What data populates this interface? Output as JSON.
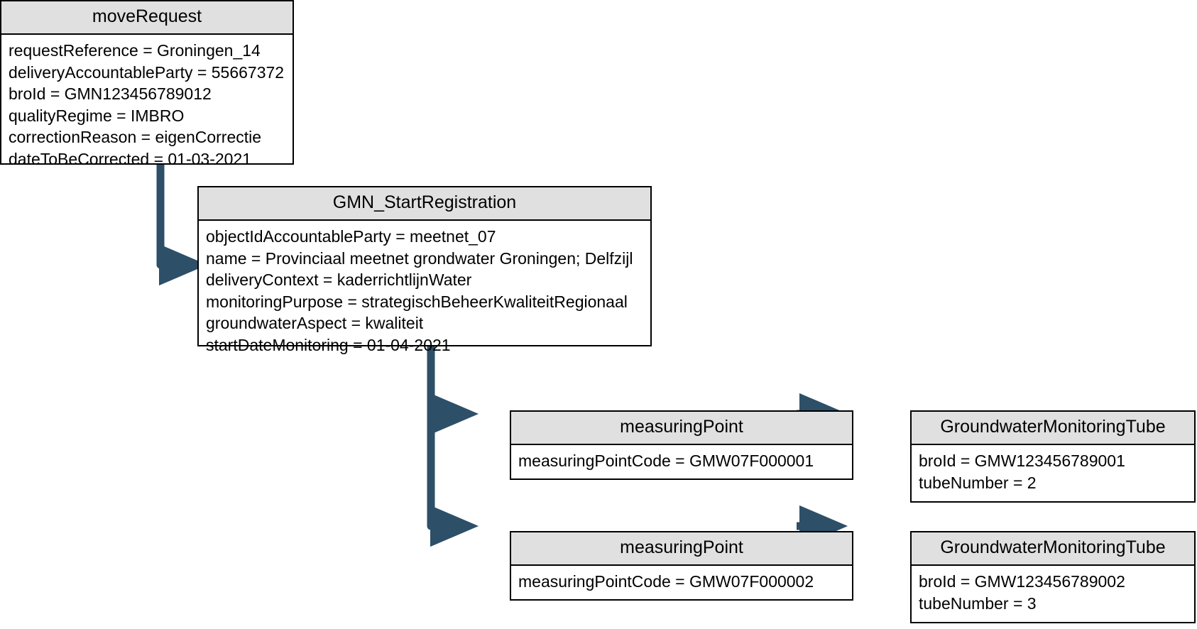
{
  "diagram": {
    "type": "uml-object-diagram",
    "background_color": "#ffffff",
    "box_header_color": "#e0e0e0",
    "box_border_color": "#000000",
    "connector_color": "#2d4f68",
    "nodes": [
      {
        "id": "moveRequest",
        "title": "moveRequest",
        "attributes": [
          "requestReference = Groningen_14",
          "deliveryAccountableParty = 55667372",
          "broId = GMN123456789012",
          "qualityRegime = IMBRO",
          "correctionReason = eigenCorrectie",
          "dateToBeCorrected = 01-03-2021"
        ]
      },
      {
        "id": "gmnStartRegistration",
        "title": "GMN_StartRegistration",
        "attributes": [
          "objectIdAccountableParty = meetnet_07",
          "name = Provinciaal meetnet grondwater Groningen; Delfzijl",
          "deliveryContext = kaderrichtlijnWater",
          "monitoringPurpose = strategischBeheerKwaliteitRegionaal",
          "groundwaterAspect = kwaliteit",
          "startDateMonitoring = 01-04-2021"
        ]
      },
      {
        "id": "measuringPoint1",
        "title": "measuringPoint",
        "attributes": [
          "measuringPointCode = GMW07F000001"
        ]
      },
      {
        "id": "measuringPoint2",
        "title": "measuringPoint",
        "attributes": [
          "measuringPointCode = GMW07F000002"
        ]
      },
      {
        "id": "tube1",
        "title": "GroundwaterMonitoringTube",
        "attributes": [
          "broId = GMW123456789001",
          "tubeNumber = 2"
        ]
      },
      {
        "id": "tube2",
        "title": "GroundwaterMonitoringTube",
        "attributes": [
          "broId = GMW123456789002",
          "tubeNumber = 3"
        ]
      }
    ],
    "connectors": [
      {
        "id": "conn-moveRequest-to-gmn",
        "from": "moveRequest",
        "to": "gmnStartRegistration",
        "style": "elbow-arrow"
      },
      {
        "id": "conn-gmn-to-mp1",
        "from": "gmnStartRegistration",
        "to": "measuringPoint1",
        "style": "elbow-arrow"
      },
      {
        "id": "conn-gmn-to-mp2",
        "from": "gmnStartRegistration",
        "to": "measuringPoint2",
        "style": "elbow-arrow"
      },
      {
        "id": "conn-mp1-to-tube1",
        "from": "measuringPoint1",
        "to": "tube1",
        "style": "straight-arrow"
      },
      {
        "id": "conn-mp2-to-tube2",
        "from": "measuringPoint2",
        "to": "tube2",
        "style": "straight-arrow"
      }
    ]
  }
}
